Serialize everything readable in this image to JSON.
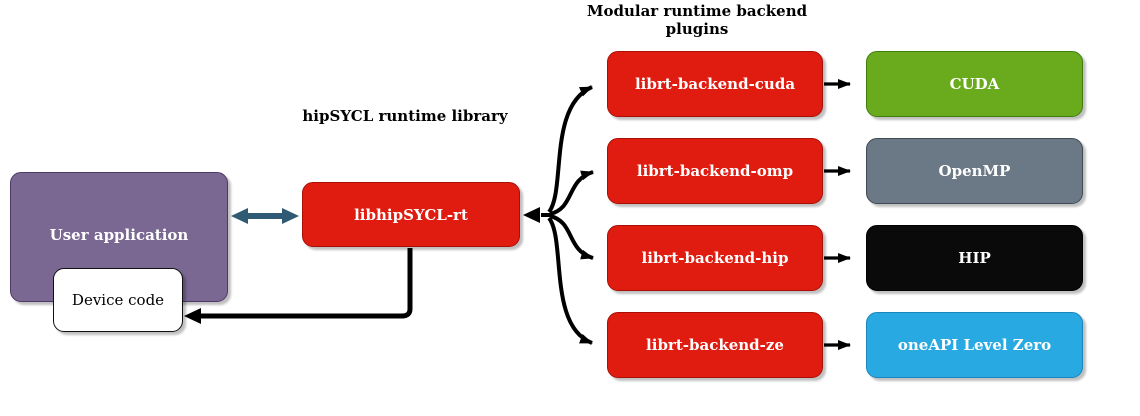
{
  "titles": {
    "plugins_line1": "Modular runtime backend",
    "plugins_line2": "plugins",
    "runtime": "hipSYCL runtime library"
  },
  "nodes": {
    "user_application": {
      "label": "User application",
      "fill": "#7a6792"
    },
    "device_code": {
      "label": "Device code",
      "fill": "#ffffff"
    },
    "libhipsycl_rt": {
      "label": "libhipSYCL-rt",
      "fill": "#e01b10"
    },
    "backends": [
      {
        "label": "librt-backend-cuda",
        "fill": "#e01b10"
      },
      {
        "label": "librt-backend-omp",
        "fill": "#e01b10"
      },
      {
        "label": "librt-backend-hip",
        "fill": "#e01b10"
      },
      {
        "label": "librt-backend-ze",
        "fill": "#e01b10"
      }
    ],
    "targets": [
      {
        "label": "CUDA",
        "fill": "#6aab1e"
      },
      {
        "label": "OpenMP",
        "fill": "#6b7885"
      },
      {
        "label": "HIP",
        "fill": "#0a0a0a"
      },
      {
        "label": "oneAPI Level Zero",
        "fill": "#29a9e2"
      }
    ]
  },
  "arrows": {
    "user_rt_bidirectional_color": "#2e5a73",
    "plugin_arrow_color": "#000000"
  }
}
